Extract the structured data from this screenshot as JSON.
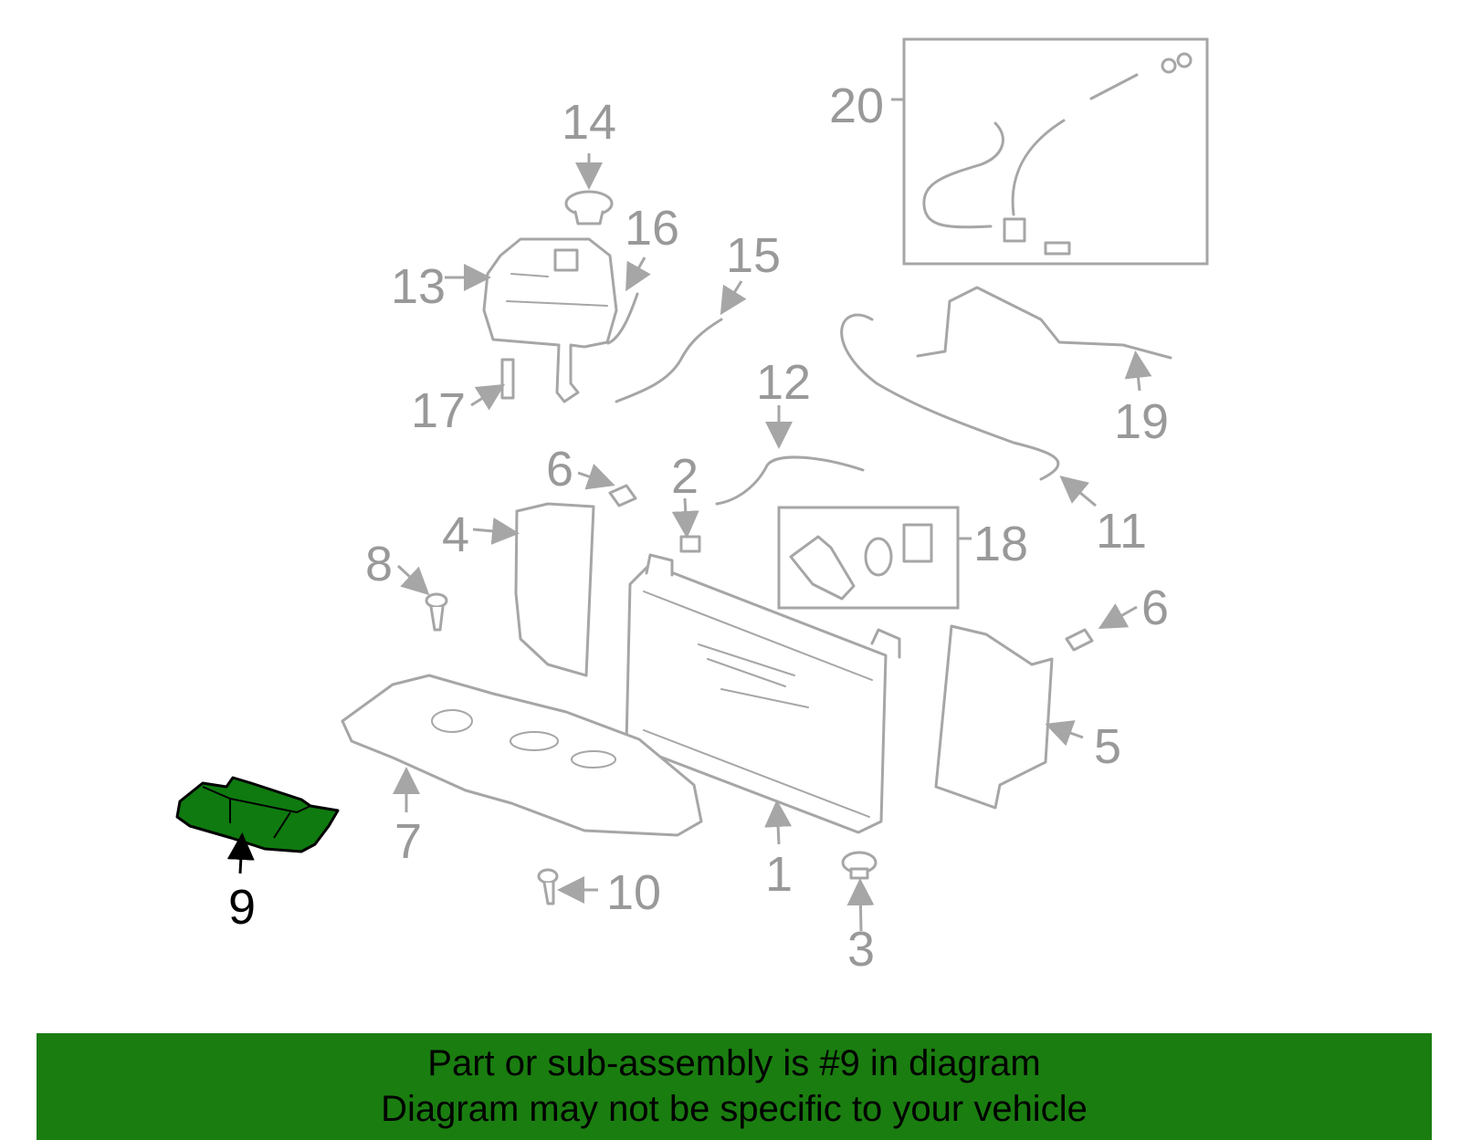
{
  "diagram": {
    "highlight_color": "#0f7a0f",
    "callouts": {
      "c1": "1",
      "c2": "2",
      "c3": "3",
      "c4": "4",
      "c5": "5",
      "c6a": "6",
      "c6b": "6",
      "c7": "7",
      "c8": "8",
      "c9": "9",
      "c10": "10",
      "c11": "11",
      "c12": "12",
      "c13": "13",
      "c14": "14",
      "c15": "15",
      "c16": "16",
      "c17": "17",
      "c18": "18",
      "c19": "19",
      "c20": "20"
    }
  },
  "banner": {
    "line1": "Part or sub-assembly is #9 in diagram",
    "line2": "Diagram may not be specific to your vehicle",
    "background": "#1a7d10"
  }
}
